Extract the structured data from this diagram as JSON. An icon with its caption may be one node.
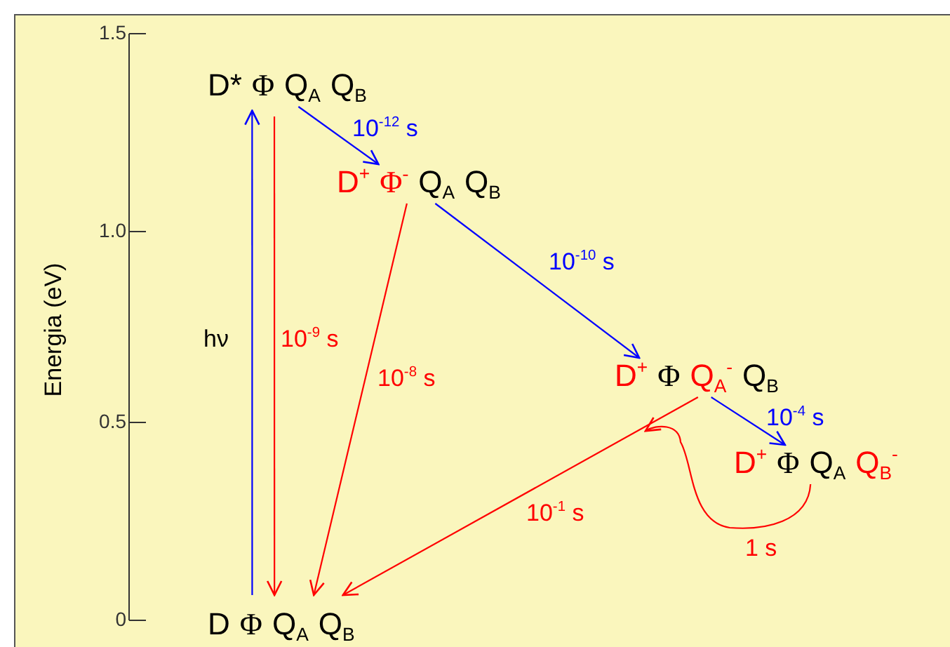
{
  "diagram": {
    "nodes": [
      {
        "text": [
          "D* Φ Q$_{A}$ Q$_{B}$"
        ]
      },
      {
        "text": [
          "D$^{+}$ Φ$^{-}$ Q$_{A}$ Q$_{B}$"
        ]
      },
      {
        "text": [
          "D$^{+}$ Φ Q$_{A}$$^{-}$ Q$_{B}$"
        ]
      },
      {
        "text": [
          "D$^{+}$ Φ Q$_{A}$ Q$_{B}$$^{-}$"
        ]
      },
      {
        "text": [
          "D Φ Q$_{A}$ Q$_{B}$"
        ]
      }
    ],
    "edges": [
      {
        "from": 4,
        "to": 0,
        "arrow": "to",
        "label": "hν",
        "color": "#0000ff"
      },
      {
        "from": 0,
        "to": 4,
        "arrow": "to",
        "label": "10$^{-9}$ s",
        "color": "#ff0000"
      },
      {
        "from": 0,
        "to": 1,
        "arrow": "to",
        "label": "10$^{-12}$ s",
        "color": "#0000ff"
      },
      {
        "from": 1,
        "to": 4,
        "arrow": "to",
        "label": "10$^{-8}$ s",
        "color": "#ff0000"
      },
      {
        "from": 1,
        "to": 2,
        "arrow": "to",
        "label": "10$^{-10}$ s",
        "color": "#0000ff"
      },
      {
        "from": 2,
        "to": 4,
        "arrow": "to",
        "label": "10$^{-1}$ s",
        "color": "#ff0000"
      },
      {
        "from": 2,
        "to": 3,
        "arrow": "to",
        "label": "10$^{-4}$ s",
        "color": "#0000ff"
      },
      {
        "from": 3,
        "to": 2,
        "arrow": "to",
        "label": "1 s",
        "color": "#ff0000"
      }
    ],
    "labels": [
      "1.5",
      "1.0",
      "0.5",
      "0",
      "Energia (eV)"
    ]
  }
}
